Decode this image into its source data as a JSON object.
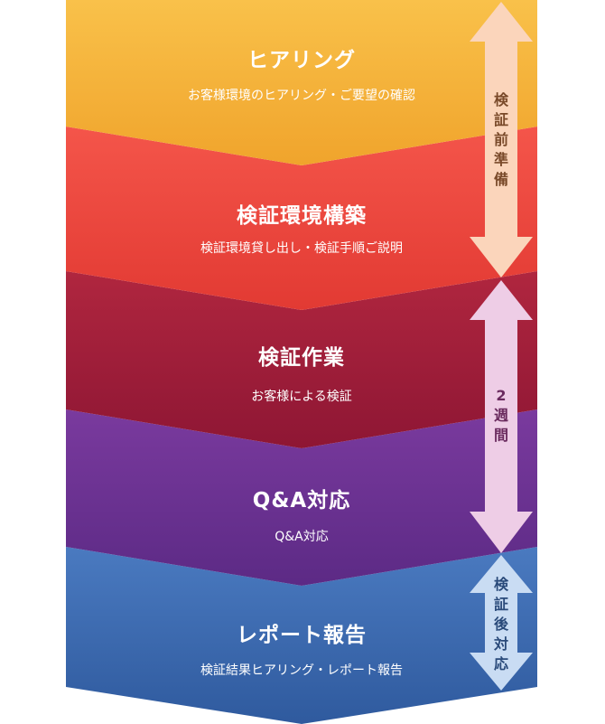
{
  "stages": [
    {
      "title": "ヒアリング",
      "description": "お客様環境のヒアリング・ご要望の確認",
      "color_top": "#f9c14a",
      "color_bottom": "#f0a42c"
    },
    {
      "title": "検証環境構築",
      "description": "検証環境貸し出し・検証手順ご説明",
      "color_top": "#f4554a",
      "color_bottom": "#e23a33"
    },
    {
      "title": "検証作業",
      "description": "お客様による検証",
      "color_top": "#b0263f",
      "color_bottom": "#8e1634"
    },
    {
      "title": "Q&A対応",
      "description": "Q&A対応",
      "color_top": "#7a3a9e",
      "color_bottom": "#5c2a85"
    },
    {
      "title": "レポート報告",
      "description": "検証結果ヒアリング・レポート報告",
      "color_top": "#4a7ac0",
      "color_bottom": "#2f5a9e"
    }
  ],
  "phase_arrows": [
    {
      "label_chars": [
        "検",
        "証",
        "前",
        "準",
        "備"
      ],
      "fill": "#fbd5bb",
      "text_color": "#7a4a2a"
    },
    {
      "label_chars": [
        "2",
        "週",
        "間"
      ],
      "fill": "#eecde6",
      "text_color": "#6a2a5e"
    },
    {
      "label_chars": [
        "検",
        "証",
        "後",
        "対",
        "応"
      ],
      "fill": "#c9dcf3",
      "text_color": "#2a4a7a"
    }
  ]
}
